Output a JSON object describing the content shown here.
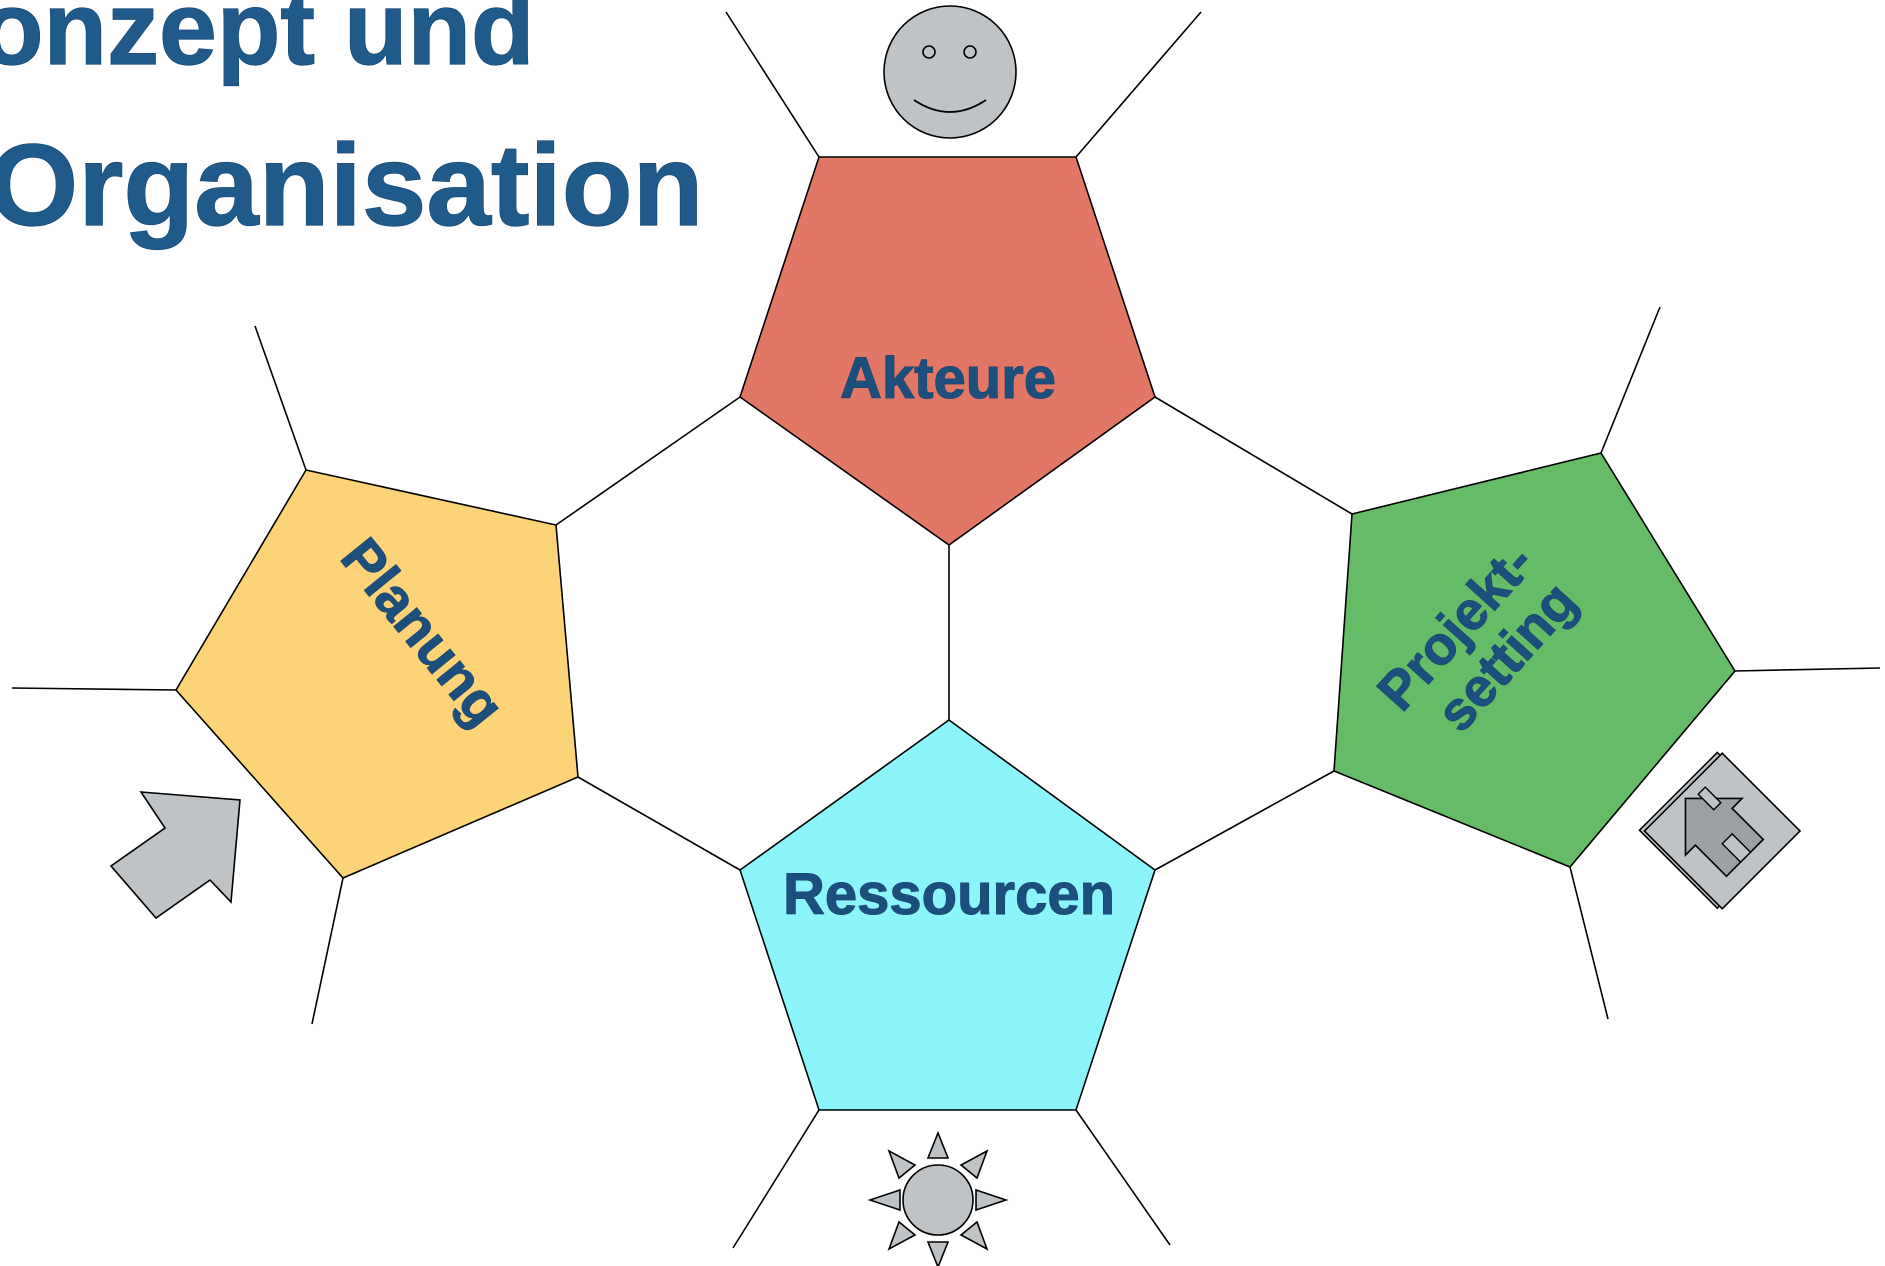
{
  "title": {
    "line1": "onzept und",
    "line2": "Organisation"
  },
  "nodes": {
    "akteure": {
      "label": "Akteure",
      "color": "#e37766",
      "icon": "smiley-face-icon"
    },
    "planung": {
      "label": "Planung",
      "color": "#fcd376",
      "icon": "arrow-icon"
    },
    "projektsetting": {
      "label_line1": "Projekt-",
      "label_line2": "setting",
      "color": "#66bb66",
      "icon": "house-icon"
    },
    "ressourcen": {
      "label": "Ressourcen",
      "color": "#8cf5fc",
      "icon": "sun-icon"
    }
  },
  "icon_fill": "#bfc3c6",
  "title_color": "#1f5a8a"
}
